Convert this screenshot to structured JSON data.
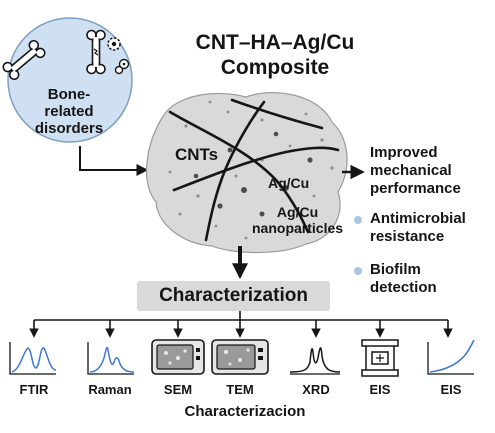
{
  "title": {
    "line1": "CNT–HA–Ag/Cu",
    "line2": "Composite"
  },
  "bone_circle": {
    "line1": "Bone-",
    "line2": "related",
    "line3": "disorders"
  },
  "composite": {
    "cnts": "CNTs",
    "agcu": "Ag/Cu",
    "nano_line1": "Ag/Cu",
    "nano_line2": "nanoparticles"
  },
  "outcomes": [
    {
      "line1": "Improved",
      "line2": "mechanical",
      "line3": "performance"
    },
    {
      "line1": "Antimicrobial",
      "line2": "resistance"
    },
    {
      "line1": "Biofilm",
      "line2": "detection"
    }
  ],
  "characterization_label": "Characterization",
  "techniques": [
    "FTIR",
    "Raman",
    "SEM",
    "TEM",
    "XRD",
    "EIS",
    "EIS"
  ],
  "footer_label": "Characterizacion",
  "colors": {
    "circle_fill": "#cfe0f3",
    "circle_stroke": "#7e9fc3",
    "blob_fill": "#d9d9d9",
    "box_fill": "#d9d9d9",
    "dot": "#a9c6e6",
    "ink": "#151515"
  }
}
